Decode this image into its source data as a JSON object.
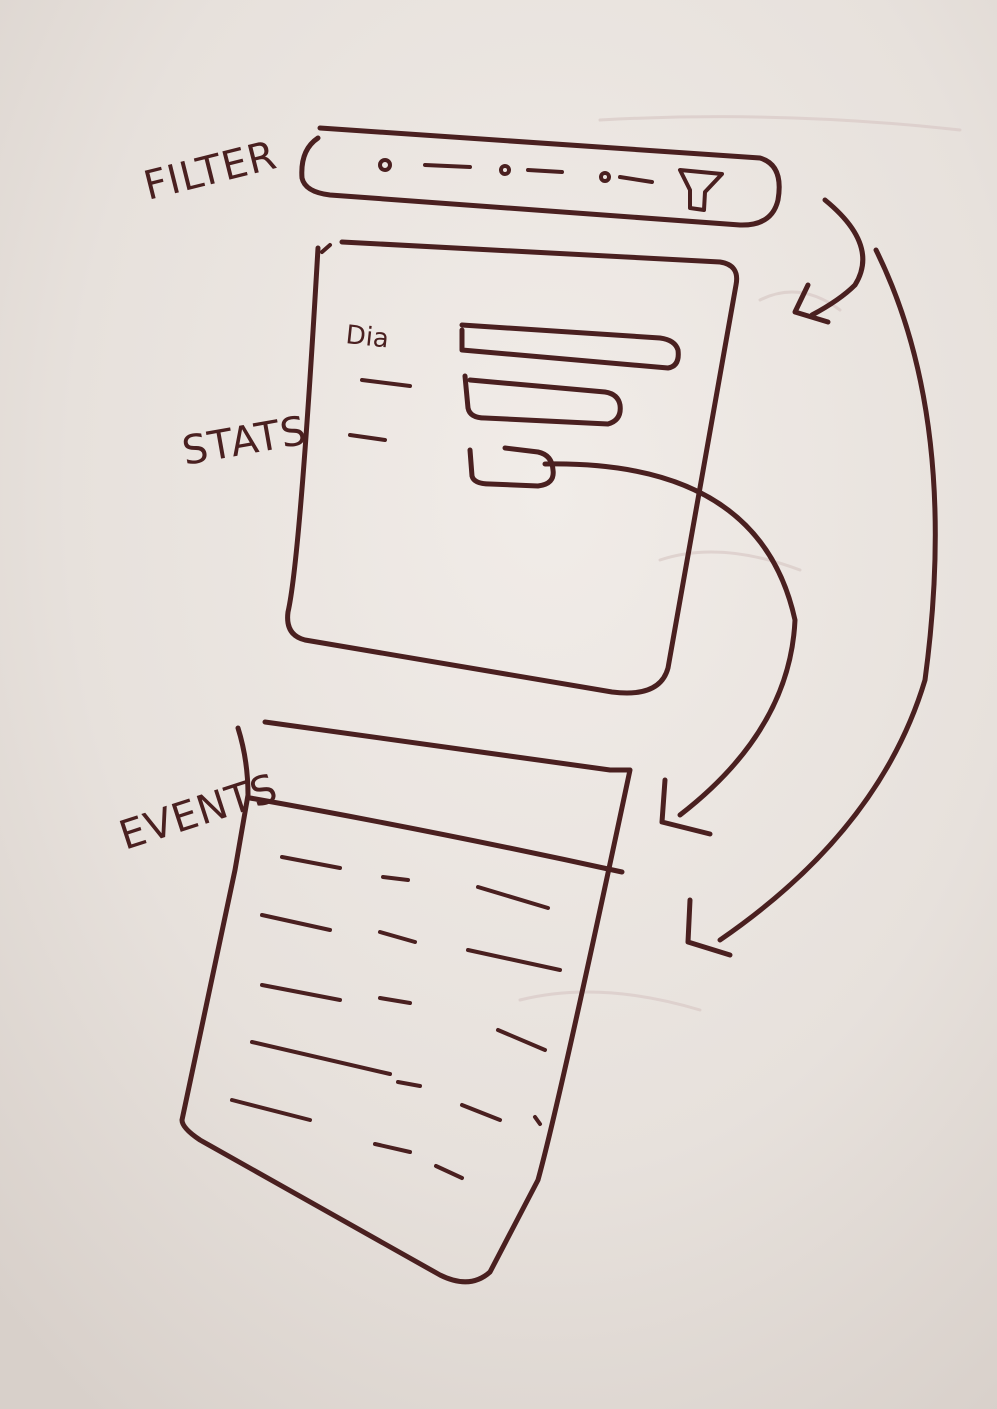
{
  "sections": {
    "filter_label": "FILTER",
    "stats_label": "STATS",
    "events_label": "EVENTS"
  },
  "stats": {
    "first_row_label": "Dia"
  },
  "colors": {
    "board": "#e9e4df",
    "ink": "#4a2020"
  },
  "icons": {
    "filter_button": "funnel-icon"
  }
}
